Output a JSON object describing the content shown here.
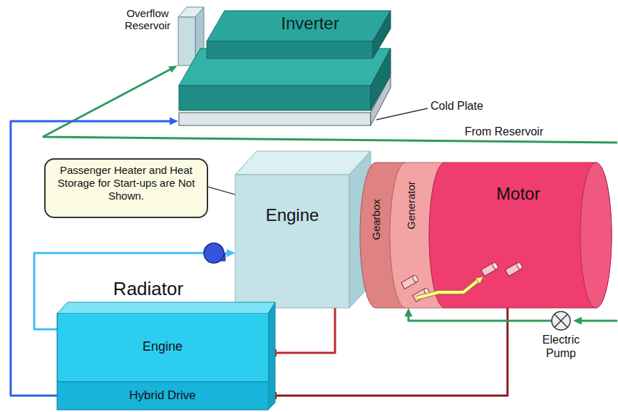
{
  "diagram": {
    "nodes": [
      {
        "text": [
          "Inverter"
        ]
      },
      {
        "text": [
          "Passenger Heater and Heat Storage for Start-ups are Not Shown."
        ]
      },
      {
        "text": [
          "Engine"
        ]
      },
      {
        "text": [
          "Gearbox"
        ]
      },
      {
        "text": [
          "Generator"
        ]
      },
      {
        "text": [
          "Motor"
        ]
      },
      {
        "text": [
          "Radiator"
        ]
      },
      {
        "text": [
          "Engine"
        ],
        "in": 6
      },
      {
        "text": [
          "Hybrid Drive"
        ],
        "in": 6
      },
      {
        "text": [
          "Electric Pump"
        ]
      }
    ],
    "edges": [
      {
        "from": 8,
        "to": 0,
        "arrow": "to"
      },
      {
        "from": 2,
        "to": 7,
        "arrow": "to"
      },
      {
        "from": 5,
        "to": 8,
        "arrow": "to"
      },
      {
        "from": 7,
        "to": 2,
        "arrow": "to"
      },
      {
        "from": 9,
        "to": 4,
        "arrow": "to"
      }
    ],
    "labels": [
      "Overflow Reservoir",
      "Cold Plate",
      "From Reservoir"
    ]
  }
}
